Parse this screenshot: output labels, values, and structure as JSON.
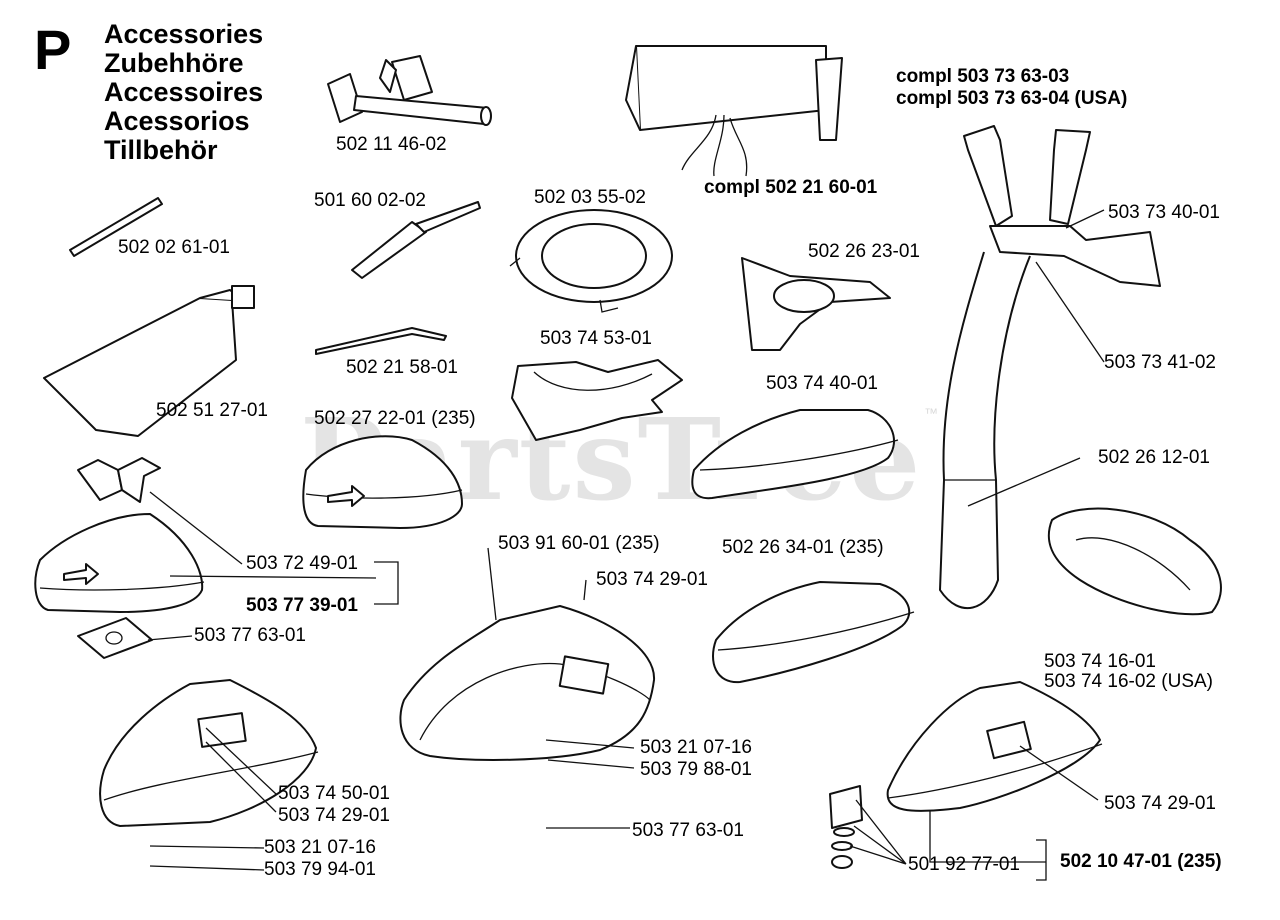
{
  "header": {
    "section_letter": "P",
    "titles": [
      "Accessories",
      "Zubehhöre",
      "Accessoires",
      "Acessorios",
      "Tillbehör"
    ]
  },
  "watermark": {
    "text": "PartsTree",
    "trademark": "™"
  },
  "parts": {
    "p1": "502 11 46-02",
    "p2": "compl 502 21 60-01",
    "p3": "compl 503 73 63-03",
    "p4": "compl 503 73 63-04 (USA)",
    "p5": "502 02 61-01",
    "p6": "501 60 02-02",
    "p7": "502 03 55-02",
    "p8": "503 73 40-01",
    "p9": "502 26 23-01",
    "p10": "503 74 53-01",
    "p11": "502 21 58-01",
    "p12": "503 73 41-02",
    "p13": "502 51 27-01",
    "p14": "503 74 40-01",
    "p15": "502 27 22-01 (235)",
    "p16": "502 26 12-01",
    "p17": "503 91 60-01 (235)",
    "p18": "502 26 34-01 (235)",
    "p19": "503 72 49-01",
    "p20": "503 74 29-01",
    "p21": "503 77 39-01",
    "p22": "503 77 63-01",
    "p23": "503 74 16-01",
    "p24": "503 74 16-02 (USA)",
    "p25": "503 21 07-16",
    "p26": "503 79 88-01",
    "p27": "503 74 50-01",
    "p28": "503 74 29-01",
    "p29": "503 74 29-01",
    "p30": "503 77 63-01",
    "p31": "503 21 07-16",
    "p32": "503 79 94-01",
    "p33": "501 92 77-01",
    "p34": "502 10 47-01 (235)"
  }
}
